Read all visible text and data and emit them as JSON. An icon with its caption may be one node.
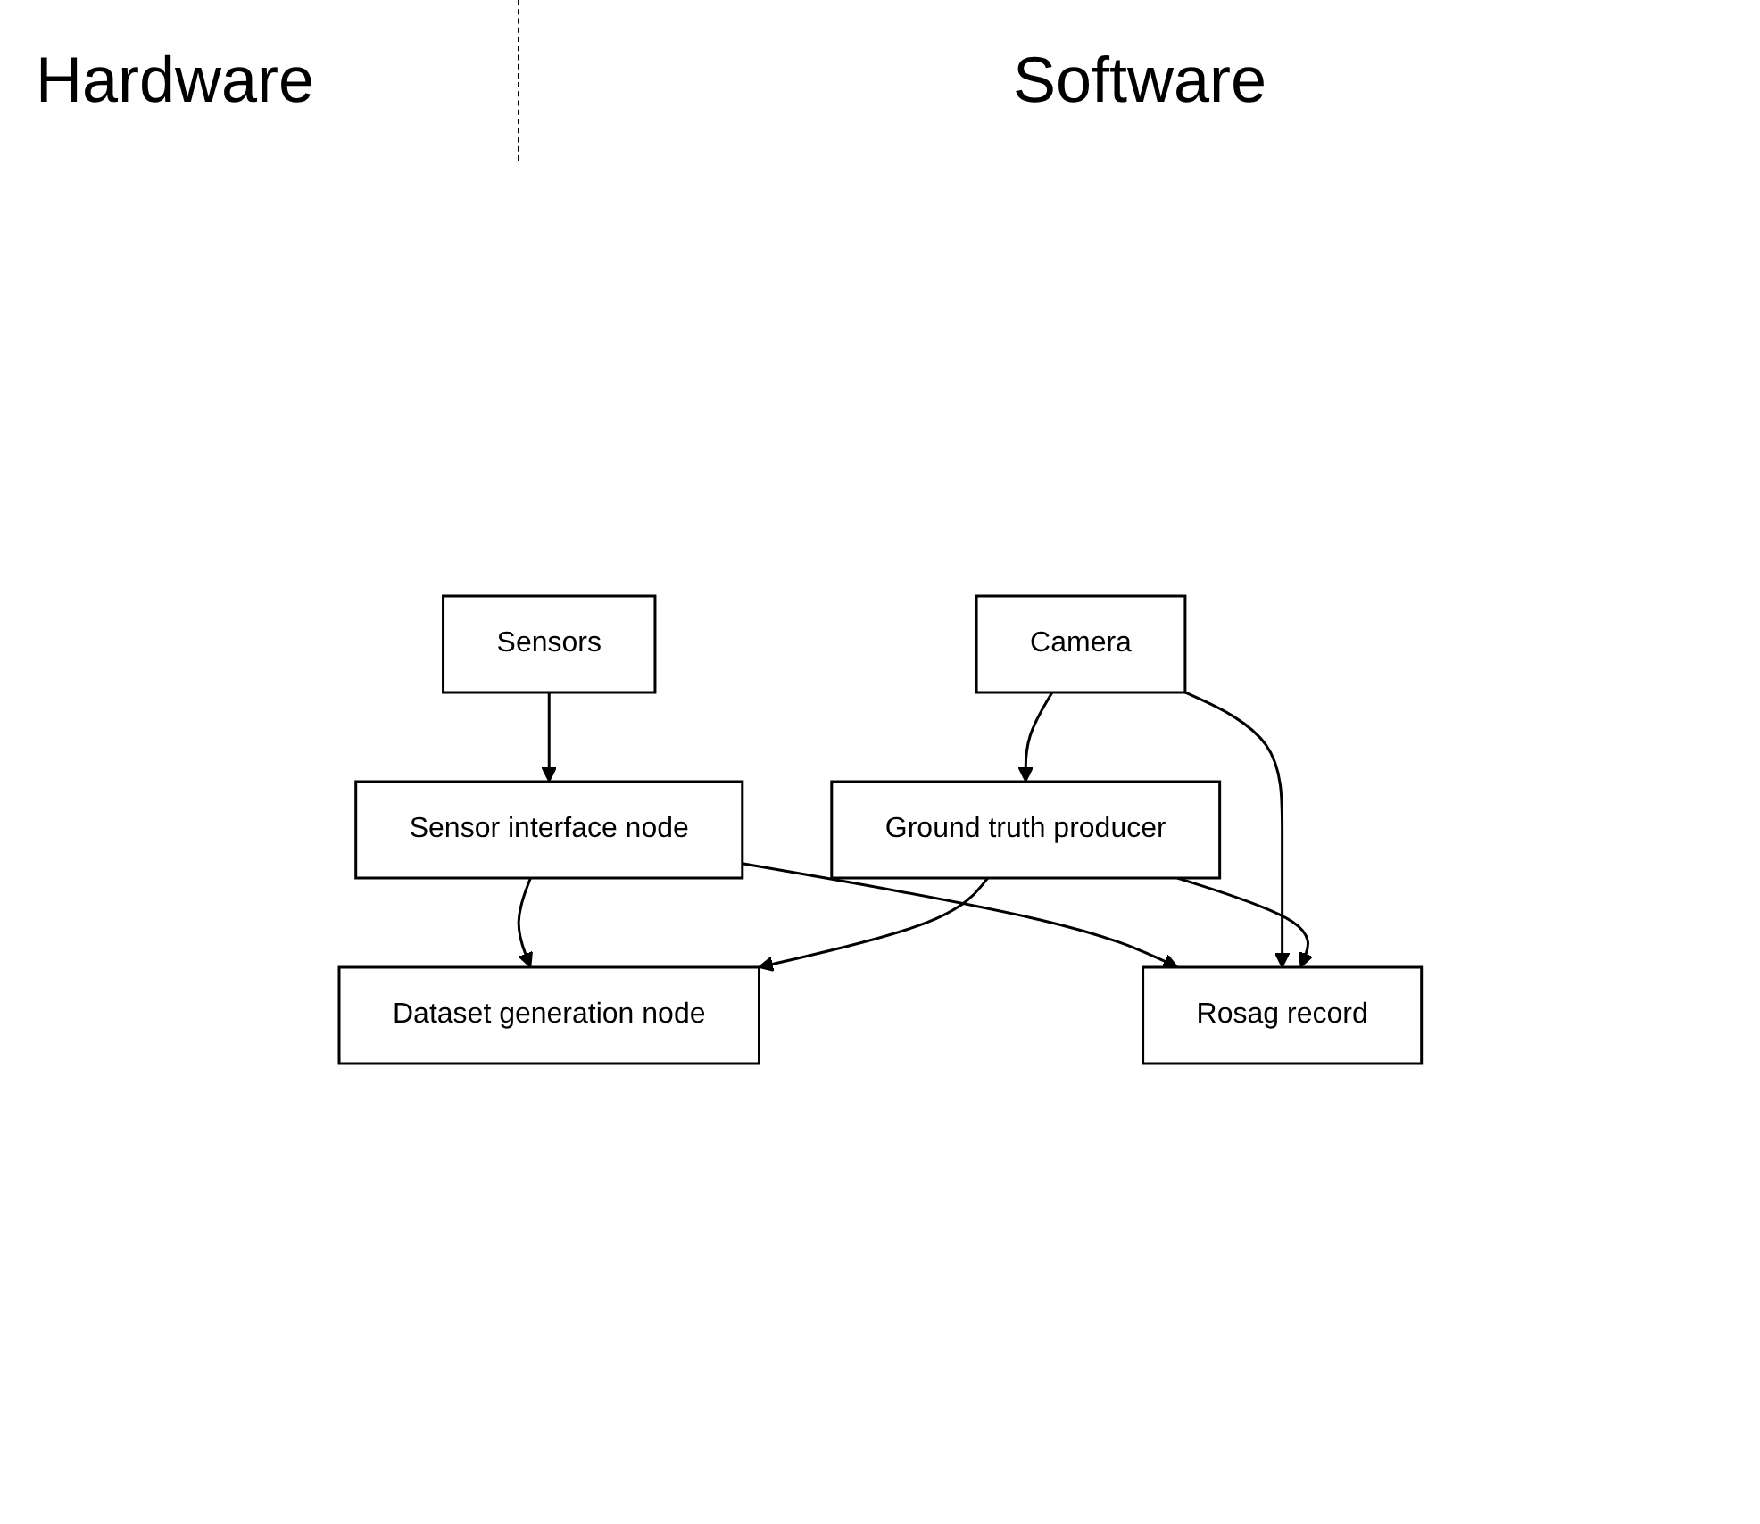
{
  "diagram": {
    "nodes": [
      {
        "text": [
          "Sensors"
        ]
      },
      {
        "text": [
          "Sensor interface node"
        ]
      },
      {
        "text": [
          "Dataset generation node"
        ]
      },
      {
        "text": [
          "Rosag record"
        ]
      },
      {
        "text": [
          "Camera"
        ]
      },
      {
        "text": [
          "Ground truth producer"
        ]
      }
    ],
    "edges": [
      {
        "from": 0,
        "to": 1,
        "arrow": "to"
      },
      {
        "from": 1,
        "to": 2,
        "arrow": "to"
      },
      {
        "from": 1,
        "to": 3,
        "arrow": "to"
      },
      {
        "from": 4,
        "to": 3,
        "arrow": "to"
      },
      {
        "from": 4,
        "to": 5,
        "arrow": "to"
      },
      {
        "from": 5,
        "to": 3,
        "arrow": "to"
      },
      {
        "from": 5,
        "to": 2,
        "arrow": "to"
      }
    ],
    "labels": [
      "Hardware",
      "Software"
    ]
  }
}
